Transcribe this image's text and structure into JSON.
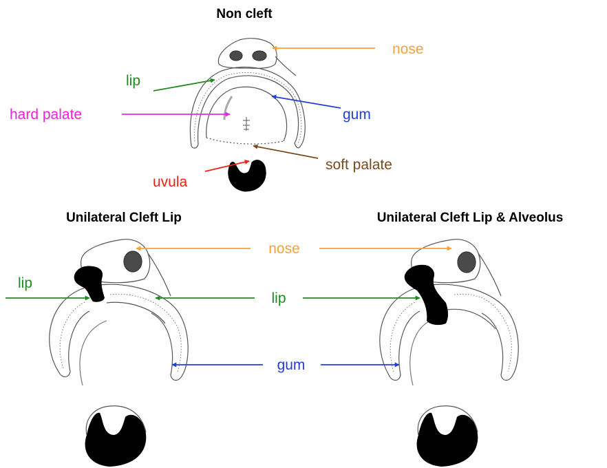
{
  "titles": {
    "non_cleft": "Non cleft",
    "unilateral_cleft_lip": "Unilateral Cleft Lip",
    "unilateral_cleft_lip_alveolus": "Unilateral Cleft Lip & Alveolus"
  },
  "labels": {
    "top_nose": "nose",
    "top_lip": "lip",
    "top_hard_palate": "hard palate",
    "top_gum": "gum",
    "top_soft_palate": "soft palate",
    "top_uvula": "uvula",
    "bottom_nose": "nose",
    "bottom_lip_left": "lip",
    "bottom_lip_center": "lip",
    "bottom_gum": "gum"
  },
  "colors": {
    "nose": "#f7a236",
    "lip": "#1e8a1e",
    "hard_palate": "#ee22dd",
    "gum": "#1f3fd6",
    "soft_palate": "#7a4a1c",
    "uvula": "#ee2211",
    "drawing": "#555555"
  }
}
